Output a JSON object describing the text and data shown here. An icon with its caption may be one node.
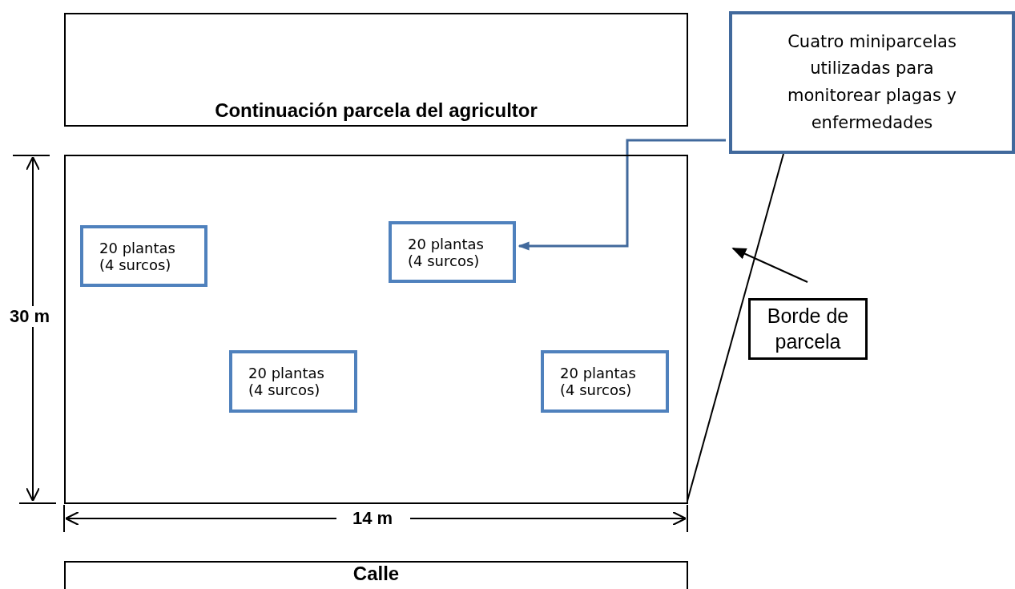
{
  "diagram": {
    "nodes": [
      {
        "text": [
          "Continuación parcela del agricultor"
        ]
      },
      {
        "text": [],
        "shape": "box"
      },
      {
        "text": [
          "20 plantas (4 surcos)"
        ],
        "in": 1
      },
      {
        "text": [
          "20 plantas (4 surcos)"
        ],
        "in": 1
      },
      {
        "text": [
          "20 plantas (4 surcos)"
        ],
        "in": 1
      },
      {
        "text": [
          "20 plantas (4 surcos)"
        ],
        "in": 1
      },
      {
        "text": [
          "Cuatro miniparcelas utilizadas para monitorear plagas y enfermedades"
        ]
      },
      {
        "text": [
          "Borde de parcela"
        ]
      },
      {
        "text": [
          "Calle"
        ]
      }
    ],
    "edges": [
      {
        "from": 6,
        "to": 3,
        "arrow": "to",
        "color": "#41699c"
      },
      {
        "from": 6,
        "to": 1,
        "arrow": "none"
      },
      {
        "from": 7,
        "to": null,
        "arrow": "to"
      }
    ],
    "labels": [
      "30 m",
      "14 m"
    ]
  }
}
